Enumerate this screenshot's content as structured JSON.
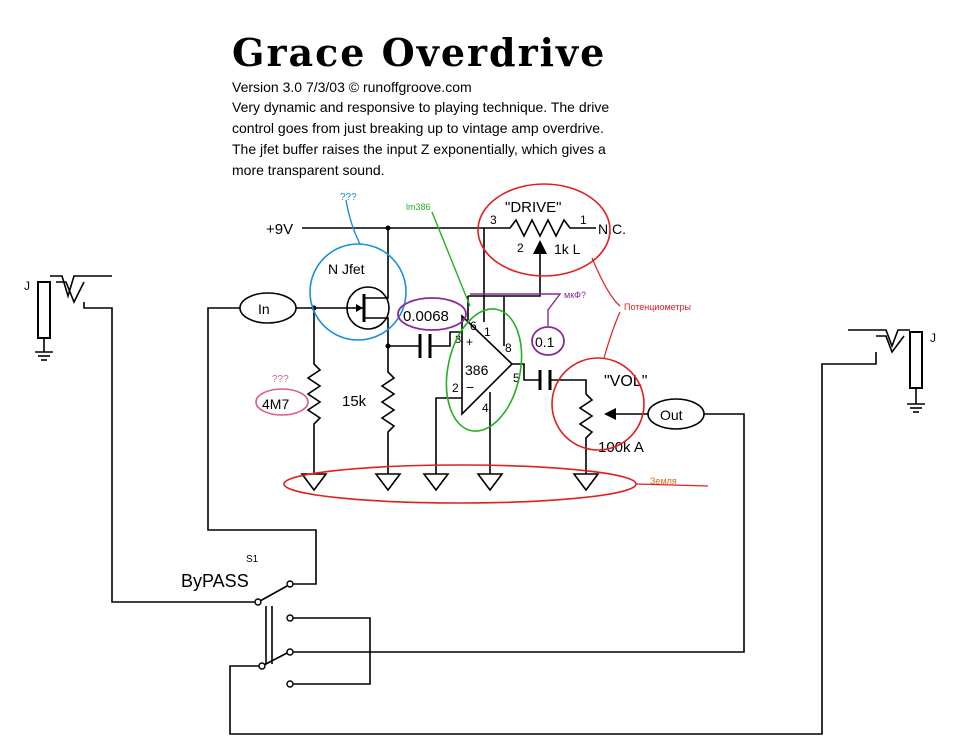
{
  "header": {
    "title": "Grace Overdrive",
    "version_line": "Version 3.0    7/3/03 © runoffgroove.com",
    "description": [
      "Very dynamic and responsive to playing technique.  The drive",
      "control goes from just breaking up to vintage amp overdrive.",
      "The jfet buffer raises the input Z exponentially, which gives a",
      "more transparent sound."
    ]
  },
  "schematic": {
    "supply": "+9V",
    "input_label": "In",
    "output_label": "Out",
    "jfet_label": "N Jfet",
    "cap_input": "0.0068",
    "cap_output": "0.1",
    "res_input": "4M7",
    "res_source": "15k",
    "ic_label": "386",
    "pins": {
      "p1": "1",
      "p2": "2",
      "p3": "3",
      "p4": "4",
      "p5": "5",
      "p6": "6",
      "p8": "8"
    },
    "drive_pot": {
      "name": "\"DRIVE\"",
      "value": "1k L",
      "pin1": "1",
      "pin2": "2",
      "pin3": "3",
      "nc": "N.C."
    },
    "vol_pot": {
      "name": "\"VOL\"",
      "value": "100k A"
    },
    "jack_left": "J",
    "jack_right": "J",
    "switch_ref": "S1",
    "switch_label": "ByPASS"
  },
  "annotations": {
    "jfet_note": "???",
    "ic_note": "lm386",
    "cap_note": "мкФ?",
    "pots_note": "Потенциометры",
    "resistor_note": "???",
    "ground_note": "Земля"
  },
  "colors": {
    "blue": "#1a8fe0",
    "green": "#22b022",
    "red": "#e02020",
    "purple": "#8a2a9a",
    "pink": "#e05a8a",
    "orange": "#e06a1a"
  }
}
